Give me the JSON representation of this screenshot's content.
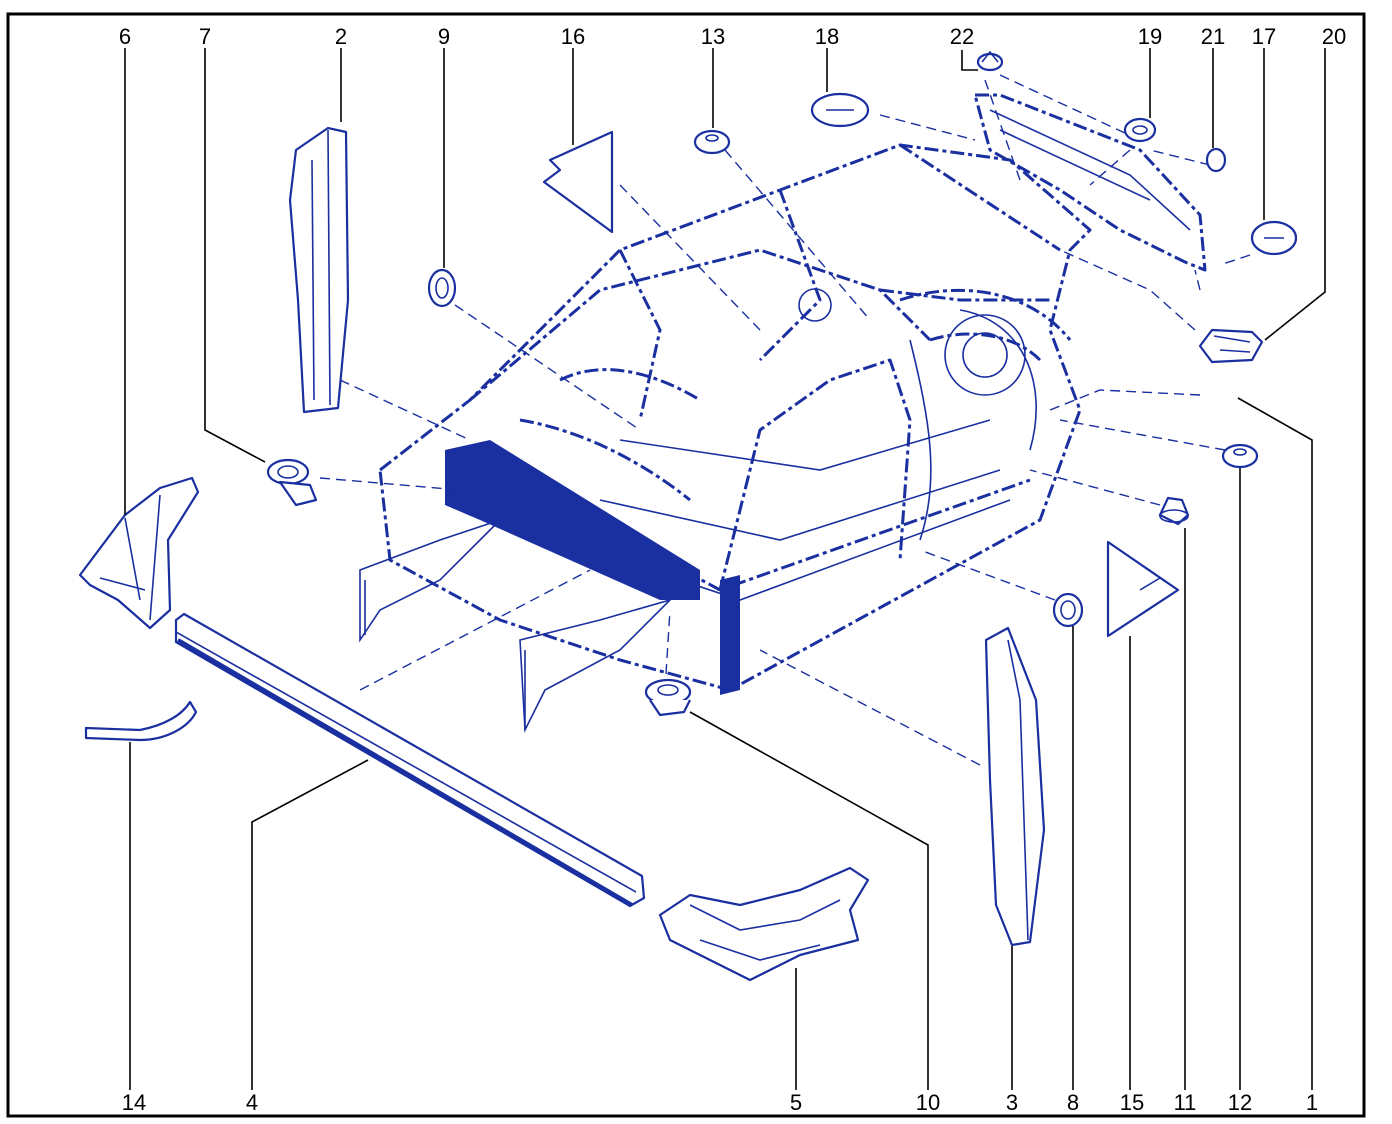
{
  "diagram": {
    "callouts": [
      "1",
      "2",
      "3",
      "4",
      "5",
      "6",
      "7",
      "8",
      "9",
      "10",
      "11",
      "12",
      "13",
      "14",
      "15",
      "16",
      "17",
      "18",
      "19",
      "20",
      "21",
      "22"
    ]
  },
  "colors": {
    "line": "#1a2fa0",
    "label": "#000000",
    "frame": "#000000"
  }
}
